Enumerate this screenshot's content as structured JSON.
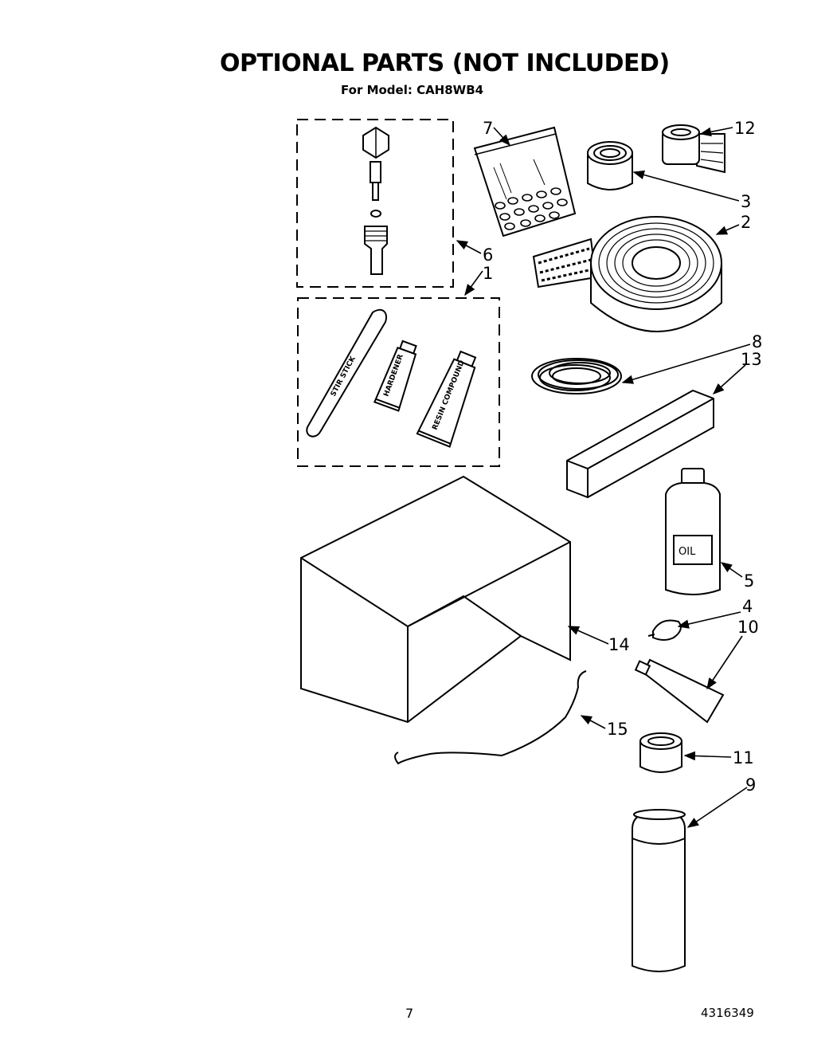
{
  "header": {
    "title": "OPTIONAL PARTS (NOT INCLUDED)",
    "model_line": "For Model: CAH8WB4"
  },
  "footer": {
    "page_number": "7",
    "document_number": "4316349"
  },
  "product_labels": {
    "stir_stick": "STIR STICK",
    "hardener": "HARDENER",
    "resin_compound": "RESIN COMPOUND",
    "oil": "OIL"
  },
  "callouts": [
    {
      "id": "c1",
      "text": "1"
    },
    {
      "id": "c2",
      "text": "2"
    },
    {
      "id": "c3",
      "text": "3"
    },
    {
      "id": "c4",
      "text": "4"
    },
    {
      "id": "c5",
      "text": "5"
    },
    {
      "id": "c6",
      "text": "6"
    },
    {
      "id": "c7",
      "text": "7"
    },
    {
      "id": "c8",
      "text": "8"
    },
    {
      "id": "c9",
      "text": "9"
    },
    {
      "id": "c10",
      "text": "10"
    },
    {
      "id": "c11",
      "text": "11"
    },
    {
      "id": "c12",
      "text": "12"
    },
    {
      "id": "c13",
      "text": "13"
    },
    {
      "id": "c14",
      "text": "14"
    },
    {
      "id": "c15",
      "text": "15"
    }
  ]
}
